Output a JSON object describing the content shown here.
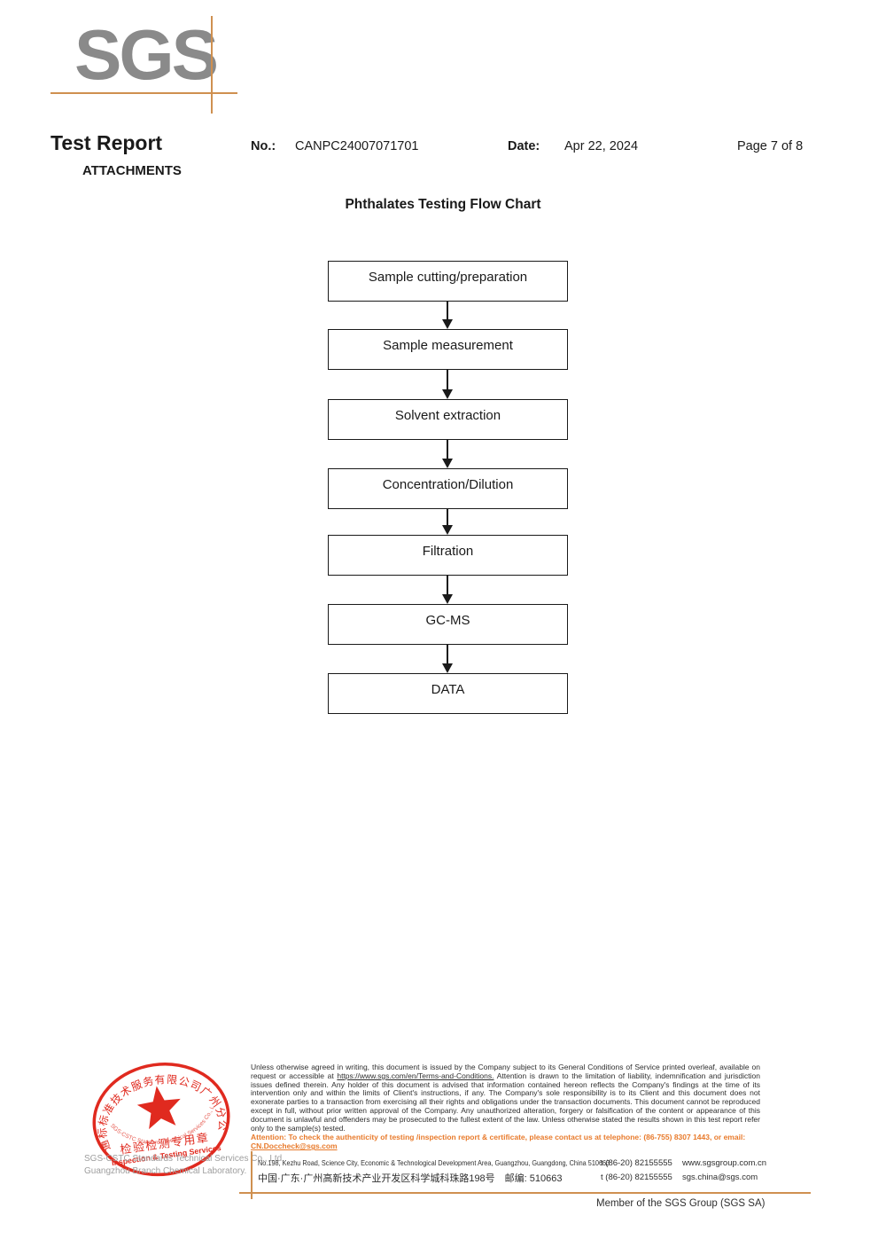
{
  "colors": {
    "accent_orange": "#cf9050",
    "stamp_red": "#e02a1f",
    "attention_orange": "#e87a2b",
    "logo_gray": "#8a8a8a"
  },
  "header": {
    "logo": "SGS",
    "title": "Test Report",
    "attachments": "ATTACHMENTS",
    "no_label": "No.:",
    "no_value": "CANPC24007071701",
    "date_label": "Date:",
    "date_value": "Apr 22, 2024",
    "page": "Page 7 of 8"
  },
  "flowchart": {
    "title": "Phthalates Testing Flow Chart",
    "steps": [
      "Sample cutting/preparation",
      "Sample measurement",
      "Solvent extraction",
      "Concentration/Dilution",
      "Filtration",
      "GC-MS",
      "DATA"
    ]
  },
  "footer": {
    "stamp": {
      "ring_text": "通标标准技术服务有限公司广州分公司",
      "arc_en": "SGS-CSTC Standards Technical Services Co., Ltd",
      "center_cn": "检验检测专用章",
      "center_en": "Inspection & Testing Services"
    },
    "company_line1": "SGS-CSTC Standards Technical Services Co., Ltd.",
    "company_line2": "Guangzhou Branch Chemical Laboratory.",
    "legal": {
      "p1": "Unless otherwise agreed in writing, this document is issued by the Company subject to its General Conditions of Service printed overleaf, available on request or accessible at ",
      "link": "https://www.sgs.com/en/Terms-and-Conditions.",
      "p2": " Attention is drawn to the limitation of liability, indemnification and jurisdiction issues defined therein. Any holder of this document is advised that information contained hereon reflects the Company's findings at the time of its intervention only and within the limits of Client's instructions, if any. The Company's sole responsibility is to its Client and this document does not exonerate parties to a transaction from exercising all their rights and obligations under the transaction documents. This document cannot be reproduced except in full, without prior written approval of the Company. Any unauthorized alteration, forgery or falsification of the content or appearance of this document is unlawful and offenders may be prosecuted to the fullest extent of the law. Unless otherwise stated the results shown in this test report refer only to the sample(s) tested.",
      "attention_text": "Attention: To check the authenticity of testing /inspection report & certificate, please contact us at telephone: (86-755) 8307 1443, or email: ",
      "attention_email": "CN.Doccheck@sgs.com"
    },
    "address_en": "No.198, Kezhu Road, Science City, Economic & Technological Development Area, Guangzhou, Guangdong, China 510663",
    "address_cn": "中国·广东·广州高新技术产业开发区科学城科珠路198号　邮编: 510663",
    "tel1": "t (86-20) 82155555",
    "tel2": "t (86-20) 82155555",
    "web": "www.sgsgroup.com.cn",
    "email": "sgs.china@sgs.com",
    "member": "Member of the SGS Group (SGS SA)"
  }
}
